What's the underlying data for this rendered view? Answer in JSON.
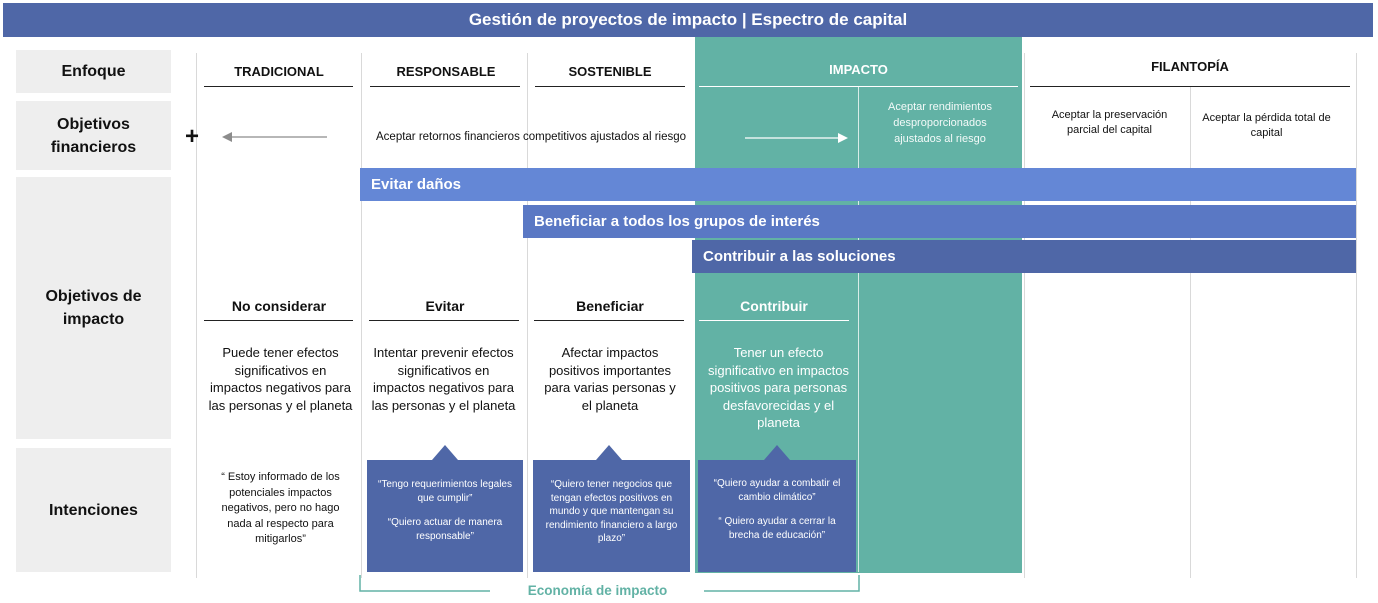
{
  "title": "Gestión de proyectos de impacto | Espectro de capital",
  "rows": {
    "enfoque": "Enfoque",
    "objetivos_financieros": "Objetivos financieros",
    "objetivos_impacto": "Objetivos de impacto",
    "intenciones": "Intenciones"
  },
  "columns": {
    "tradicional": "TRADICIONAL",
    "responsable": "RESPONSABLE",
    "sostenible": "SOSTENIBLE",
    "impacto": "IMPACTO",
    "filantropia": "FILANTOPÍA"
  },
  "financial": {
    "plus": "+",
    "competitive": "Aceptar retornos financieros competitivos ajustados al riesgo",
    "disproportionate": "Aceptar rendimientos desproporcionados ajustados al riesgo",
    "partial": "Aceptar la preservación parcial del capital",
    "total": "Aceptar la pérdida total de capital"
  },
  "bands": {
    "avoid": "Evitar daños",
    "benefit": "Beneficiar a todos los grupos de interés",
    "contribute": "Contribuir a las soluciones"
  },
  "impact": {
    "no_consider": {
      "head": "No considerar",
      "desc": "Puede tener efectos significativos en impactos negativos para las personas y el planeta"
    },
    "avoid": {
      "head": "Evitar",
      "desc": "Intentar prevenir efectos significativos en impactos negativos para las personas y el planeta"
    },
    "benefit": {
      "head": "Beneficiar",
      "desc": "Afectar impactos positivos importantes para varias personas y el planeta"
    },
    "contribute": {
      "head": "Contribuir",
      "desc": "Tener un efecto significativo en impactos positivos para personas desfavorecidas y el planeta"
    }
  },
  "intentions": {
    "traditional": "“ Estoy informado de los potenciales impactos negativos, pero no hago nada al respecto para mitigarlos”",
    "responsible_1": "“Tengo requerimientos legales que cumplir”",
    "responsible_2": "“Quiero actuar de manera responsable”",
    "sustainable": "“Quiero tener negocios que tengan efectos positivos en mundo y que mantengan su rendimiento financiero a largo plazo”",
    "impact_1": "“Quiero ayudar a combatir el cambio climático”",
    "impact_2": "“ Quiero ayudar a cerrar la brecha de educación”"
  },
  "bracket_label": "Economía de impacto",
  "colors": {
    "title_bg": "#4f67a7",
    "teal": "#62b2a5",
    "band_avoid": "#6487d6",
    "band_benefit": "#5a78c4",
    "band_contribute": "#4f67a7",
    "callout": "#4f67a7",
    "bracket": "#62b2a5"
  }
}
